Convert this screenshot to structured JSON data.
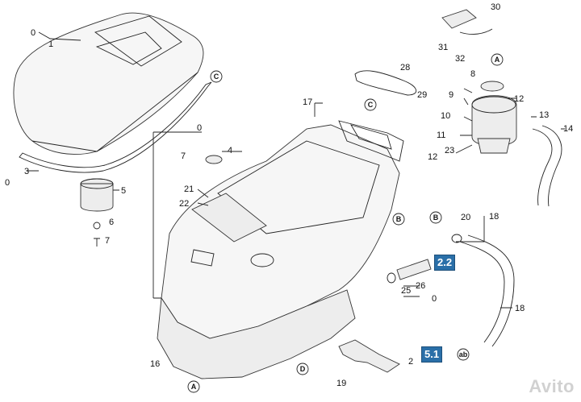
{
  "labels": {
    "l0a": "0",
    "l1": "1",
    "l0b": "0",
    "l3": "3",
    "l5": "5",
    "l6": "6",
    "l7a": "7",
    "l0c": "0",
    "l7b": "7",
    "l4": "4",
    "l21": "21",
    "l22": "22",
    "l17": "17",
    "l28": "28",
    "l29": "29",
    "l30": "30",
    "l31": "31",
    "l32": "32",
    "l8": "8",
    "l9": "9",
    "l10": "10",
    "l11": "11",
    "l12a": "12",
    "l12b": "12",
    "l13": "13",
    "l14": "14",
    "l23": "23",
    "l18a": "18",
    "l20": "20",
    "l18b": "18",
    "l26": "26",
    "l25": "25",
    "l0d": "0",
    "l16": "16",
    "l19": "19",
    "l2": "2"
  },
  "refs": {
    "A": "A",
    "B": "B",
    "C": "C",
    "D": "D",
    "ab": "ab"
  },
  "badges": {
    "b22": "2.2",
    "b51": "5.1"
  },
  "watermark": "Avito"
}
